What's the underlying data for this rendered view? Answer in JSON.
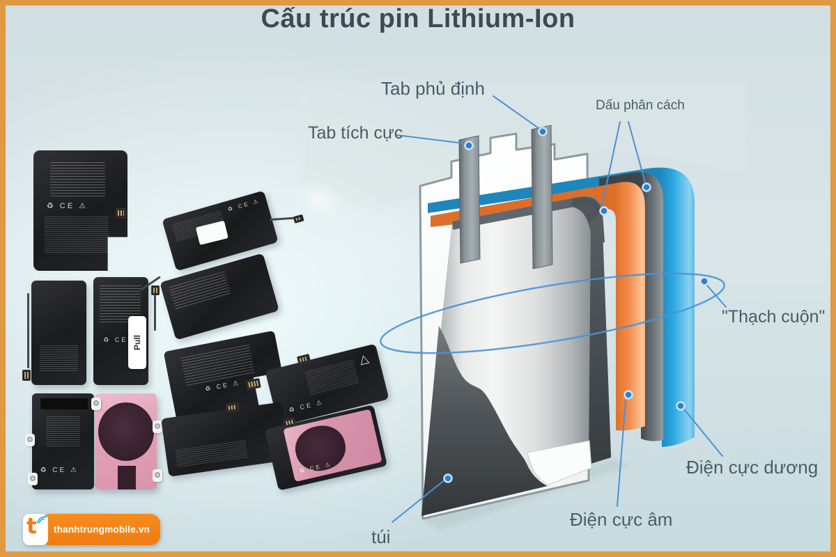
{
  "frame": {
    "border_color": "#df9a42"
  },
  "title": {
    "text": "Cấu trúc pin Lithium-Ion"
  },
  "diagram": {
    "labels": {
      "tab_negative": "Tab phủ định",
      "tab_positive": "Tab tích cực",
      "separator": "Dấu phân cách",
      "jelly_roll": "\"Thạch cuộn\"",
      "positive_electrode": "Điện cực dương",
      "negative_electrode": "Điện cực âm",
      "pouch": "túi"
    },
    "colors": {
      "leader_blue": "#4a90d6",
      "positive_electrode_blue": "#2ba7e1",
      "negative_electrode_orange": "#f28c4c",
      "separator_gray": "#5d6467",
      "pouch_white": "#fdfefe"
    }
  },
  "collage": {
    "pull_tab_label": "Pull",
    "markings": "♻ CE ⚠",
    "warning_triangle": "△"
  },
  "logo": {
    "text": "thanhtrungmobile.vn",
    "mark_letter": "t",
    "icon": "signal-icon",
    "orange": "#f07d12",
    "blue": "#2ab4e8"
  }
}
